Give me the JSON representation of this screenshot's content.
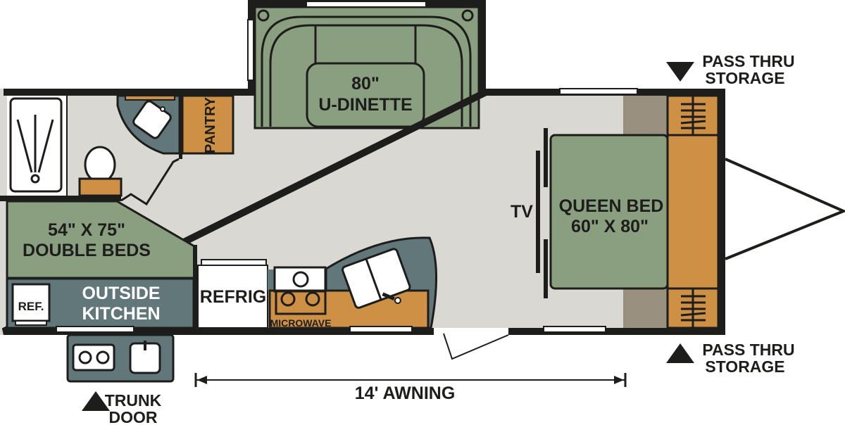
{
  "colors": {
    "wall": "#1d1d1b",
    "floor": "#dad8d3",
    "bed_green": "#8a9e80",
    "slate": "#61777a",
    "cabinet_orange": "#cd9045",
    "taupe": "#9a9080"
  },
  "rooms": {
    "dinette": {
      "line1": "80\"",
      "line2": "U-DINETTE"
    },
    "pantry": "PANTRY",
    "double_beds": {
      "line1": "54\" X 75\"",
      "line2": "DOUBLE BEDS"
    },
    "outside_kitchen": {
      "line1": "OUTSIDE",
      "line2": "KITCHEN",
      "ref": "REF."
    },
    "refrig": "REFRIG",
    "microwave": "MICROWAVE",
    "tv": "TV",
    "queen_bed": {
      "line1": "QUEEN BED",
      "line2": "60\" X 80\""
    }
  },
  "callouts": {
    "pass_thru_top": {
      "line1": "PASS THRU",
      "line2": "STORAGE"
    },
    "pass_thru_bottom": {
      "line1": "PASS THRU",
      "line2": "STORAGE"
    },
    "trunk_door": {
      "line1": "TRUNK",
      "line2": "DOOR"
    },
    "awning": "14' AWNING"
  }
}
